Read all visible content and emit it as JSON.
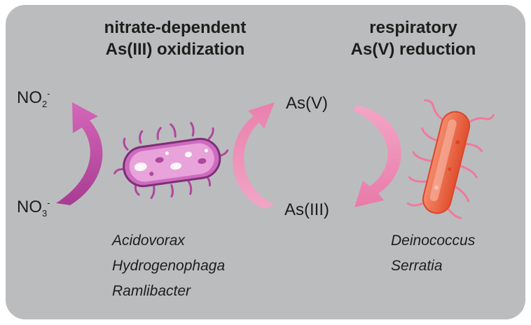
{
  "headings": {
    "left_line1": "nitrate-dependent",
    "left_line2": "As(III) oxidization",
    "right_line1": "respiratory",
    "right_line2": "As(V) reduction"
  },
  "species": {
    "no2": {
      "base": "NO",
      "sub": "2",
      "sup": "-"
    },
    "no3": {
      "base": "NO",
      "sub": "3",
      "sup": "-"
    },
    "as_v": "As(V)",
    "as_iii": "As(III)"
  },
  "genera_left": [
    "Acidovorax",
    "Hydrogenophaga",
    "Ramlibacter"
  ],
  "genera_right": [
    "Deinococcus",
    "Serratia"
  ],
  "colors": {
    "panel": "#bbbcbe",
    "nitrate_arrow": "#c34fa6",
    "arsenic_arrow": "#ef8bb4",
    "left_bacterium": "#b0479e",
    "right_bacterium": "#ee6a4f"
  }
}
